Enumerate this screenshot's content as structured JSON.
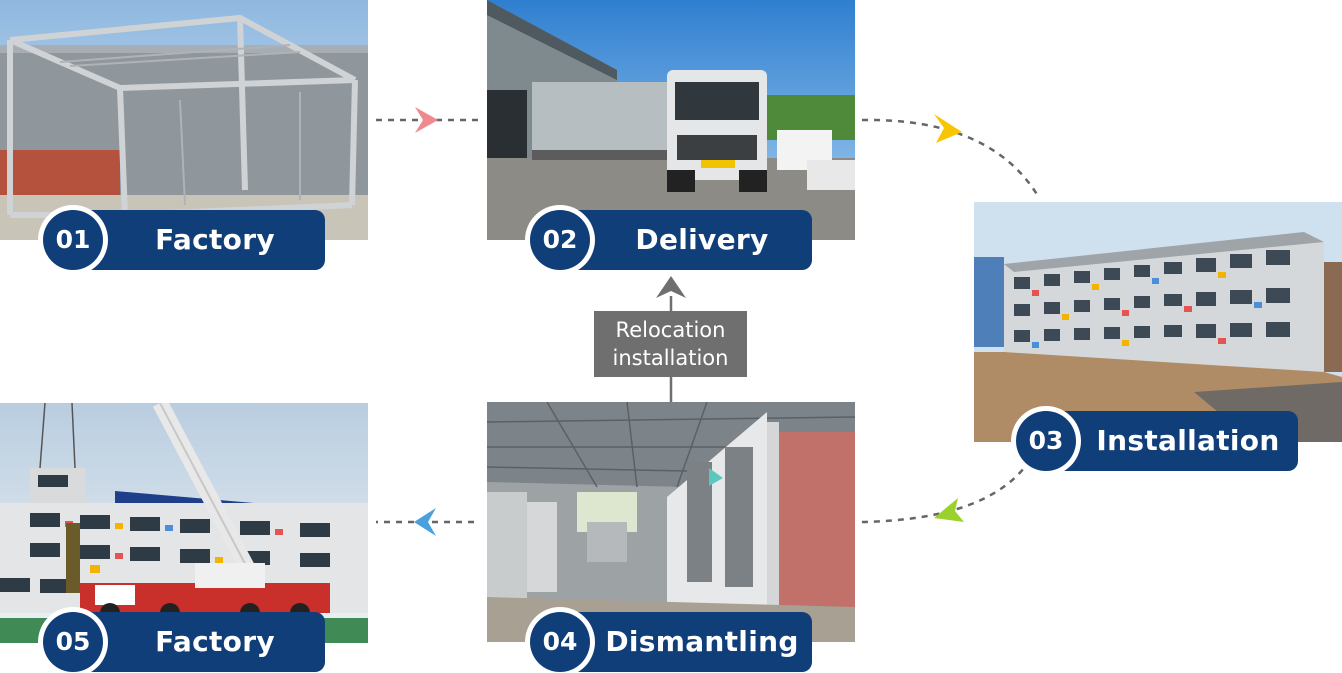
{
  "steps": [
    {
      "number": "01",
      "label": "Factory",
      "photo": "steel-frame-module"
    },
    {
      "number": "02",
      "label": "Delivery",
      "photo": "truck-transport"
    },
    {
      "number": "03",
      "label": "Installation",
      "photo": "modular-building"
    },
    {
      "number": "04",
      "label": "Dismantling",
      "photo": "dismantling-hall"
    },
    {
      "number": "05",
      "label": "Factory",
      "photo": "crane-lifting-module"
    }
  ],
  "relocation": {
    "line1": "Relocation",
    "line2": "installation"
  },
  "colors": {
    "badge": "#0f3e79",
    "arrow_pink": "#f0898e",
    "arrow_yellow": "#f7c600",
    "arrow_green": "#9ad12a",
    "arrow_teal": "#5cc8bd",
    "arrow_blue": "#4aa0dc",
    "arrow_gray": "#6f6f6f"
  }
}
